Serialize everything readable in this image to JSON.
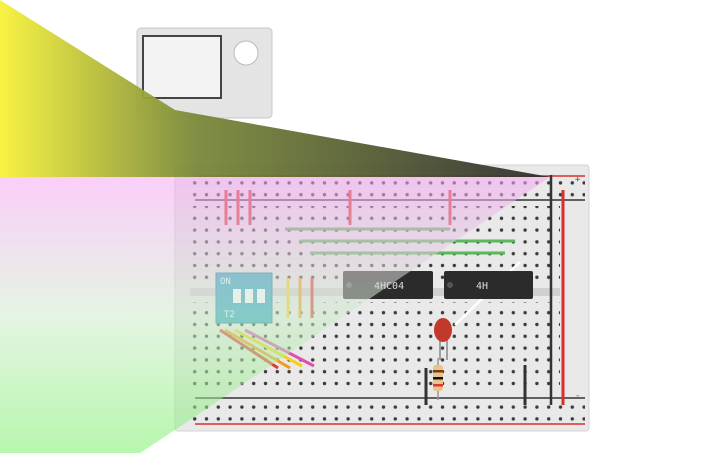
{
  "ic_left": {
    "label": "4HC04"
  },
  "ic_right": {
    "label": "4H"
  },
  "dip_switch": {
    "on_label": "ON",
    "id_label": "T2"
  },
  "power_rail": {
    "plus_label": "+",
    "minus_label": "-"
  },
  "colors": {
    "board": "#e9e9e9",
    "rail_red": "#d9302c",
    "rail_dark": "#333333",
    "wire_green": "#5cb85c",
    "wire_red": "#e0392f",
    "wire_yellow": "#f3d11b",
    "wire_orange": "#f39a1b",
    "ic_body": "#2b2b2b",
    "dip_body": "#2aa3c2",
    "led": "#c0392b"
  }
}
